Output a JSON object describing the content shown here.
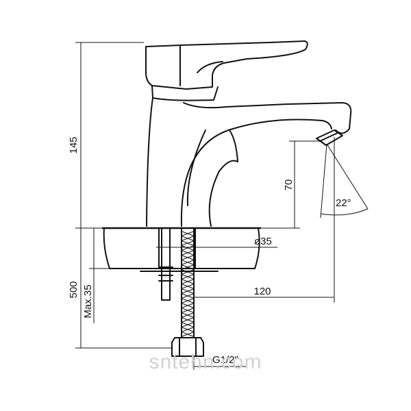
{
  "diagram": {
    "dimensions": {
      "height_total": "145",
      "spout_height": "70",
      "below_counter": "500",
      "max_thickness": "Max.35",
      "hole_diameter": "ø35",
      "spout_reach": "120",
      "connection": "G1/2\"",
      "angle": "22°"
    },
    "watermark": "sntehn.com"
  }
}
